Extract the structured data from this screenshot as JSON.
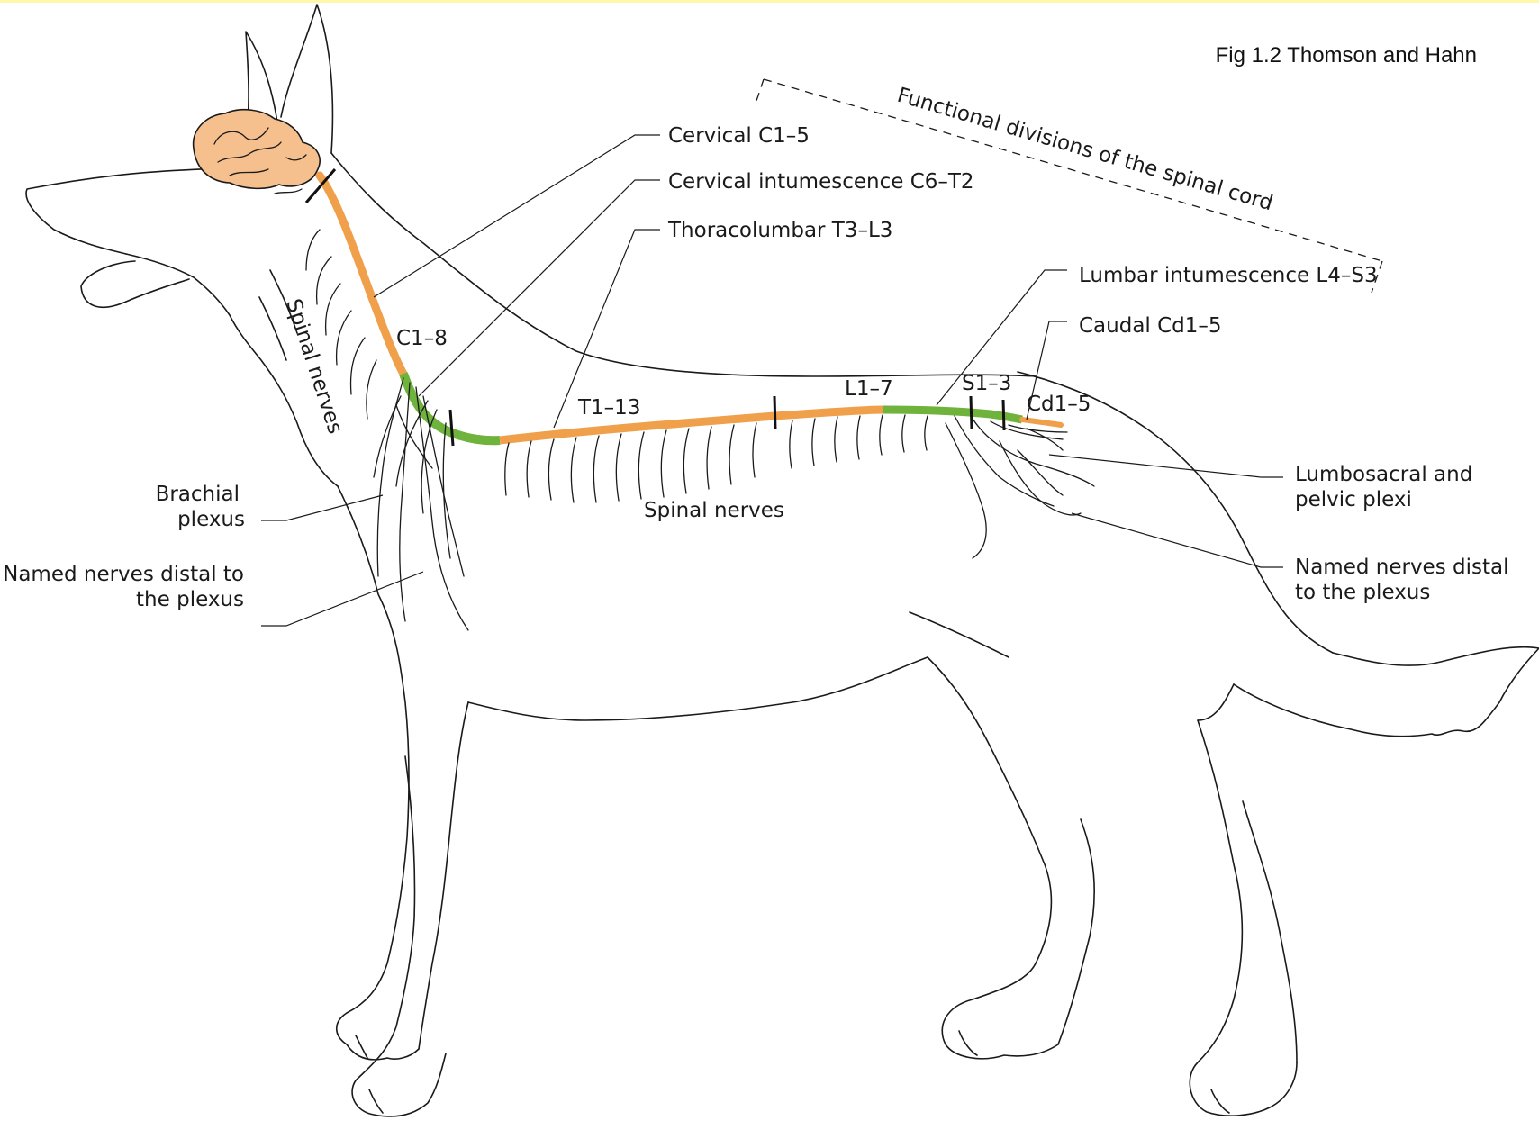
{
  "credit": "Fig 1.2 Thomson and Hahn",
  "functional_divisions_title": "Functional divisions of the spinal cord",
  "divisions": {
    "cervical": "Cervical C1–5",
    "cervical_intumescence": "Cervical intumescence C6–T2",
    "thoracolumbar": "Thoracolumbar T3–L3",
    "lumbar_intumescence": "Lumbar intumescence L4–S3",
    "caudal": "Caudal Cd1–5"
  },
  "segments": {
    "cervical": "C1–8",
    "thoracic": "T1–13",
    "lumbar": "L1–7",
    "sacral": "S1–3",
    "caudal": "Cd1–5"
  },
  "spinal_nerves_neck": "Spinal nerves",
  "spinal_nerves_trunk": "Spinal nerves",
  "brachial_plexus": [
    "Brachial",
    "plexus"
  ],
  "named_nerves_front": [
    "Named nerves distal to",
    "the plexus"
  ],
  "lumbosacral_plexi": [
    "Lumbosacral and",
    "pelvic plexi"
  ],
  "named_nerves_rear": [
    "Named nerves distal",
    "to the plexus"
  ],
  "colors": {
    "cord_orange": "#f0a04b",
    "cord_green": "#6fb23c",
    "brain_fill": "#f5c08e",
    "highlight_bar": "#fff8a8"
  }
}
